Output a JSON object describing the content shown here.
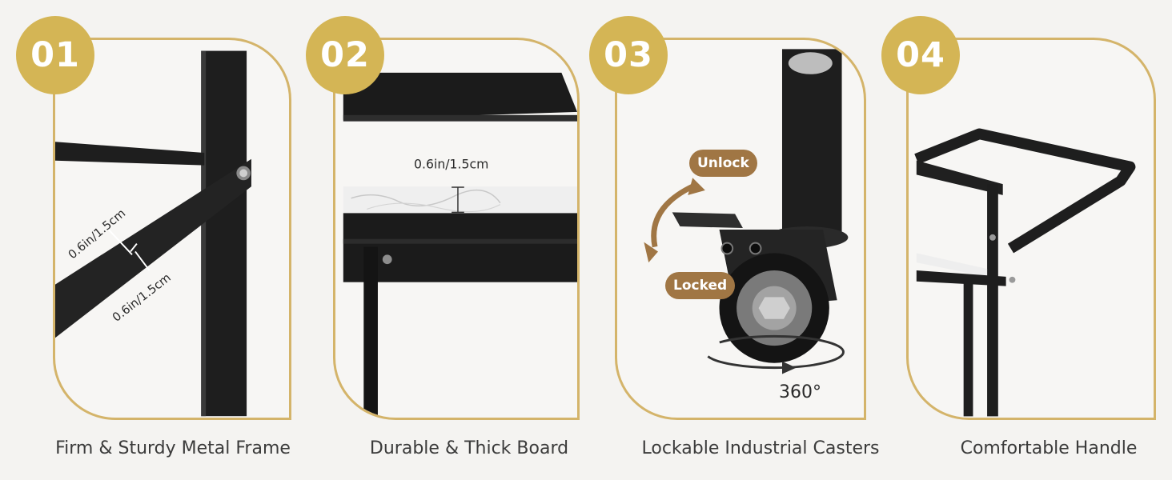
{
  "features": [
    {
      "number": "01",
      "caption": "Firm & Sturdy Metal Frame",
      "annotations": [
        "0.6in/1.5cm",
        "0.6in/1.5cm"
      ]
    },
    {
      "number": "02",
      "caption": "Durable & Thick Board",
      "annotations": [
        "0.6in/1.5cm"
      ]
    },
    {
      "number": "03",
      "caption": "Lockable Industrial Casters",
      "annotations": [
        "Unlock",
        "Locked",
        "360°"
      ]
    },
    {
      "number": "04",
      "caption": "Comfortable Handle",
      "annotations": []
    }
  ],
  "colors": {
    "accent_gold": "#d4b555",
    "frame_border": "#d4b46a",
    "label_brown": "#a07644",
    "metal": "#1e1e1e",
    "caption_text": "#3b3b3b"
  }
}
